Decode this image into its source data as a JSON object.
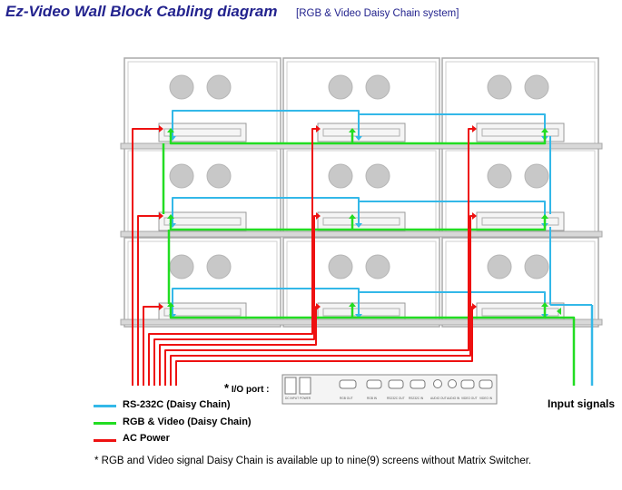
{
  "header": {
    "title": "Ez-Video Wall Block Cabling diagram",
    "subtitle": "[RGB & Video Daisy Chain system]"
  },
  "colors": {
    "rs232": "#33b8e8",
    "rgb_video": "#22dd22",
    "ac_power": "#ee1111",
    "frame": "#aaaaaa"
  },
  "io_port": {
    "star": "*",
    "label": "I/O port :",
    "panel_labels": [
      "DC INPUT",
      "POWER",
      "RGB OUT",
      "RGB IN",
      "RS232C OUT",
      "RS232C IN",
      "AUDIO OUT",
      "AUDIO IN",
      "VIDEO OUT",
      "VIDEO IN"
    ]
  },
  "legend": [
    {
      "label": "RS-232C (Daisy Chain)",
      "color_key": "rs232"
    },
    {
      "label": "RGB & Video (Daisy Chain)",
      "color_key": "rgb_video"
    },
    {
      "label": "AC Power",
      "color_key": "ac_power"
    }
  ],
  "input_signals_label": "Input signals",
  "footnote": "* RGB and Video signal Daisy Chain is available up to nine(9) screens without Matrix Switcher."
}
